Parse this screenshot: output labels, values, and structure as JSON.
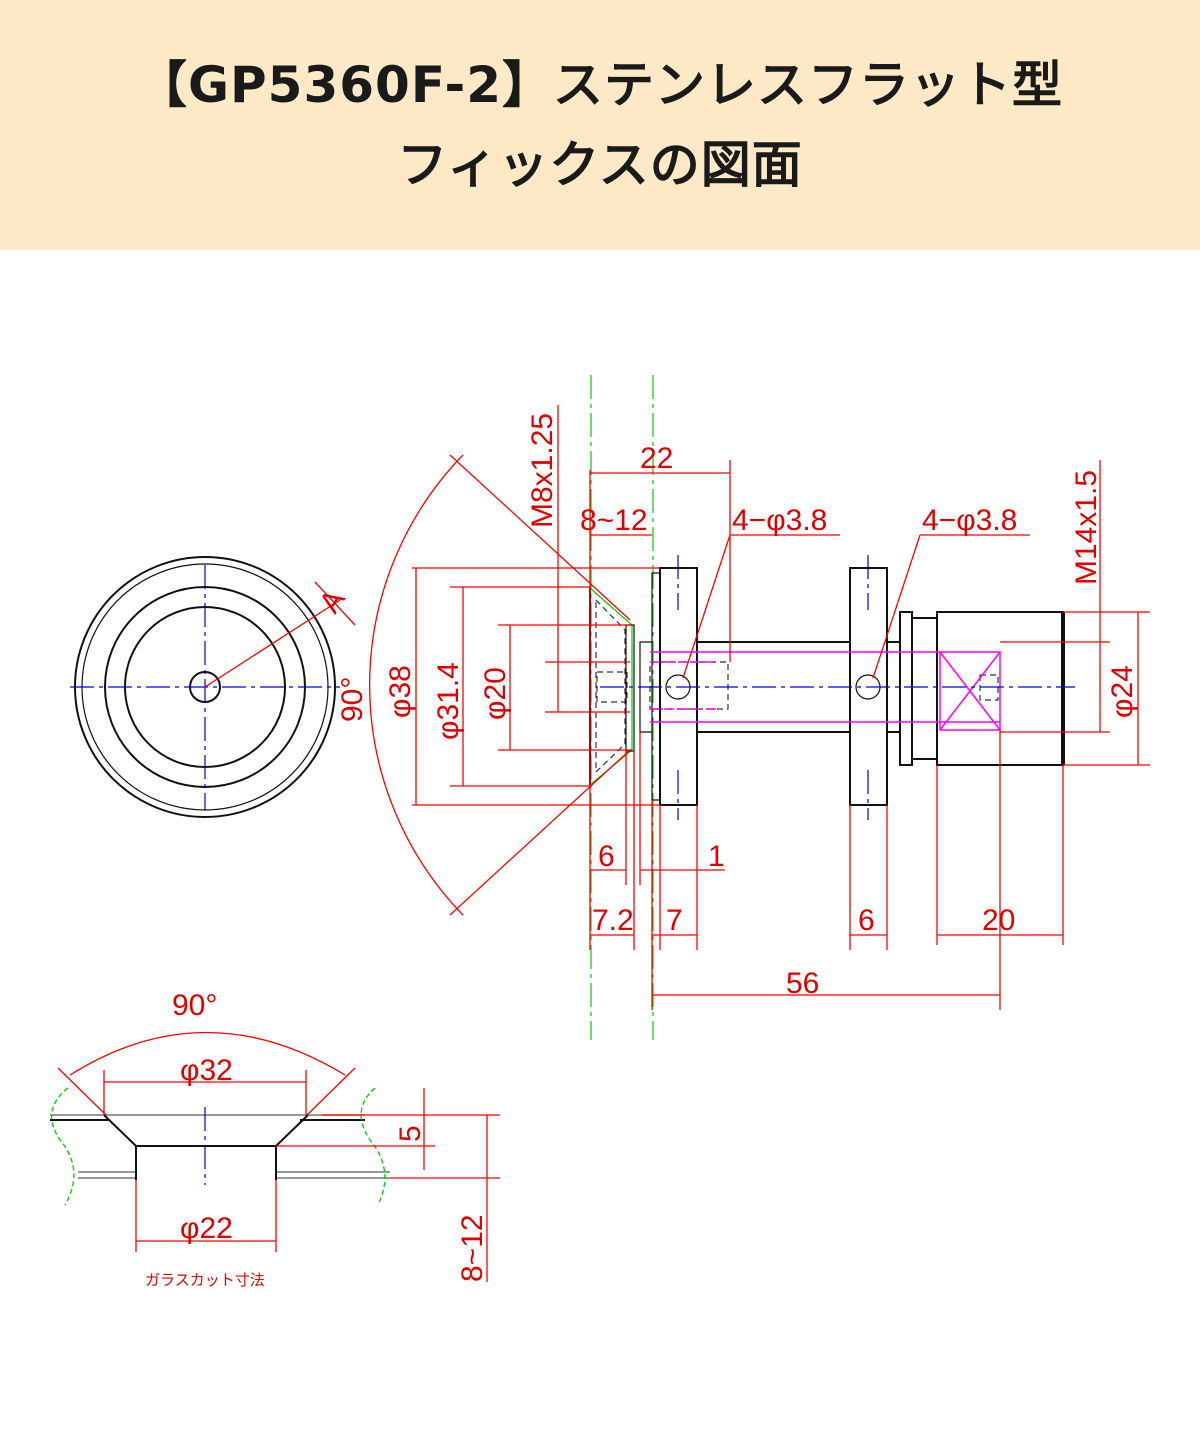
{
  "header": {
    "title_line1": "【GP5360F-2】ステンレスフラット型",
    "title_line2": "フィックスの図面"
  },
  "front_view": {
    "section_label": "A",
    "angle": "90°"
  },
  "side_view": {
    "thread_bolt": "M8x1.25",
    "overall_22": "22",
    "glass_thickness": "8~12",
    "hole_left": "4−φ3.8",
    "hole_right": "4−φ3.8",
    "thread_end": "M14x1.5",
    "dia_38": "φ38",
    "dia_31_4": "φ31.4",
    "dia_20": "φ20",
    "dia_24": "φ24",
    "angle": "90°",
    "dim_6_top": "6",
    "dim_1": "1",
    "dim_7_2": "7.2",
    "dim_7": "7",
    "dim_6_bottom": "6",
    "dim_20": "20",
    "dim_56": "56"
  },
  "glass_cut": {
    "angle": "90°",
    "dia_32": "φ32",
    "dia_22": "φ22",
    "depth_5": "5",
    "thickness": "8~12",
    "caption": "ガラスカット寸法"
  },
  "colors": {
    "header_bg": "#fde9c6",
    "dimension": "#ff0000",
    "centerline": "#0000dd",
    "glass": "#00cc00",
    "hidden": "#ff00ff"
  }
}
